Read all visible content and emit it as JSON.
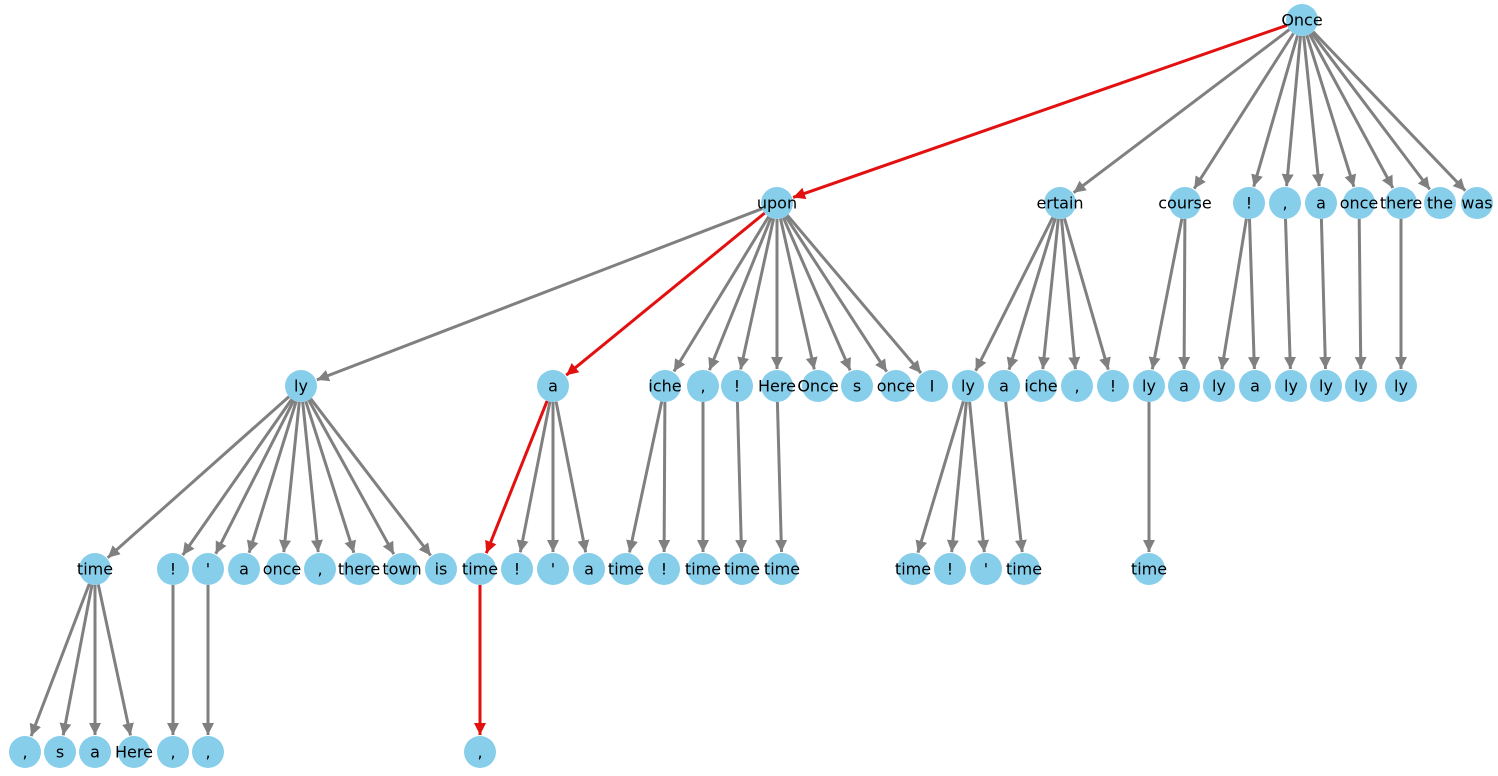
{
  "colors": {
    "node": "#87ceeb",
    "edge": "#808080",
    "highlight": "#e31010",
    "label": "#000000"
  },
  "nodes": [
    {
      "id": "n0",
      "label": "Once"
    },
    {
      "id": "n1",
      "label": "upon"
    },
    {
      "id": "n2",
      "label": "ertain"
    },
    {
      "id": "n3",
      "label": "course"
    },
    {
      "id": "n4",
      "label": "!"
    },
    {
      "id": "n5",
      "label": ","
    },
    {
      "id": "n6",
      "label": "a"
    },
    {
      "id": "n7",
      "label": "once"
    },
    {
      "id": "n8",
      "label": "there"
    },
    {
      "id": "n9",
      "label": "the"
    },
    {
      "id": "n10",
      "label": "was"
    },
    {
      "id": "n11",
      "label": "ly"
    },
    {
      "id": "n12",
      "label": "a"
    },
    {
      "id": "n13",
      "label": "iche"
    },
    {
      "id": "n14",
      "label": ","
    },
    {
      "id": "n15",
      "label": "!"
    },
    {
      "id": "n16",
      "label": "Here"
    },
    {
      "id": "n17",
      "label": "Once"
    },
    {
      "id": "n18",
      "label": "s"
    },
    {
      "id": "n19",
      "label": "once"
    },
    {
      "id": "n20",
      "label": "I"
    },
    {
      "id": "n21",
      "label": "ly"
    },
    {
      "id": "n22",
      "label": "a"
    },
    {
      "id": "n23",
      "label": "iche"
    },
    {
      "id": "n24",
      "label": ","
    },
    {
      "id": "n25",
      "label": "!"
    },
    {
      "id": "n26",
      "label": "ly"
    },
    {
      "id": "n27",
      "label": "a"
    },
    {
      "id": "n28",
      "label": "ly"
    },
    {
      "id": "n29",
      "label": "a"
    },
    {
      "id": "n30",
      "label": "ly"
    },
    {
      "id": "n31",
      "label": "ly"
    },
    {
      "id": "n32",
      "label": "ly"
    },
    {
      "id": "n33",
      "label": "ly"
    },
    {
      "id": "n34",
      "label": "time"
    },
    {
      "id": "n35",
      "label": "!"
    },
    {
      "id": "n36",
      "label": "'"
    },
    {
      "id": "n37",
      "label": "a"
    },
    {
      "id": "n38",
      "label": "once"
    },
    {
      "id": "n39",
      "label": ","
    },
    {
      "id": "n40",
      "label": "there"
    },
    {
      "id": "n41",
      "label": "town"
    },
    {
      "id": "n42",
      "label": "is"
    },
    {
      "id": "n43",
      "label": "time"
    },
    {
      "id": "n44",
      "label": "!"
    },
    {
      "id": "n45",
      "label": "'"
    },
    {
      "id": "n46",
      "label": "a"
    },
    {
      "id": "n47",
      "label": "time"
    },
    {
      "id": "n48",
      "label": "!"
    },
    {
      "id": "n49",
      "label": "time"
    },
    {
      "id": "n50",
      "label": "time"
    },
    {
      "id": "n51",
      "label": "time"
    },
    {
      "id": "n52",
      "label": "time"
    },
    {
      "id": "n53",
      "label": "!"
    },
    {
      "id": "n54",
      "label": "'"
    },
    {
      "id": "n55",
      "label": "time"
    },
    {
      "id": "n56",
      "label": "time"
    },
    {
      "id": "n57",
      "label": ","
    },
    {
      "id": "n58",
      "label": "s"
    },
    {
      "id": "n59",
      "label": "a"
    },
    {
      "id": "n60",
      "label": "Here"
    },
    {
      "id": "n61",
      "label": ","
    },
    {
      "id": "n62",
      "label": ","
    },
    {
      "id": "n63",
      "label": ","
    }
  ],
  "edges": [
    {
      "from": "n0",
      "to": "n1",
      "highlight": true
    },
    {
      "from": "n0",
      "to": "n2"
    },
    {
      "from": "n0",
      "to": "n3"
    },
    {
      "from": "n0",
      "to": "n4"
    },
    {
      "from": "n0",
      "to": "n5"
    },
    {
      "from": "n0",
      "to": "n6"
    },
    {
      "from": "n0",
      "to": "n7"
    },
    {
      "from": "n0",
      "to": "n8"
    },
    {
      "from": "n0",
      "to": "n9"
    },
    {
      "from": "n0",
      "to": "n10"
    },
    {
      "from": "n1",
      "to": "n11"
    },
    {
      "from": "n1",
      "to": "n12",
      "highlight": true
    },
    {
      "from": "n1",
      "to": "n13"
    },
    {
      "from": "n1",
      "to": "n14"
    },
    {
      "from": "n1",
      "to": "n15"
    },
    {
      "from": "n1",
      "to": "n16"
    },
    {
      "from": "n1",
      "to": "n17"
    },
    {
      "from": "n1",
      "to": "n18"
    },
    {
      "from": "n1",
      "to": "n19"
    },
    {
      "from": "n1",
      "to": "n20"
    },
    {
      "from": "n2",
      "to": "n21"
    },
    {
      "from": "n2",
      "to": "n22"
    },
    {
      "from": "n2",
      "to": "n23"
    },
    {
      "from": "n2",
      "to": "n24"
    },
    {
      "from": "n2",
      "to": "n25"
    },
    {
      "from": "n3",
      "to": "n26"
    },
    {
      "from": "n3",
      "to": "n27"
    },
    {
      "from": "n4",
      "to": "n28"
    },
    {
      "from": "n4",
      "to": "n29"
    },
    {
      "from": "n5",
      "to": "n30"
    },
    {
      "from": "n6",
      "to": "n31"
    },
    {
      "from": "n7",
      "to": "n32"
    },
    {
      "from": "n8",
      "to": "n33"
    },
    {
      "from": "n11",
      "to": "n34"
    },
    {
      "from": "n11",
      "to": "n35"
    },
    {
      "from": "n11",
      "to": "n36"
    },
    {
      "from": "n11",
      "to": "n37"
    },
    {
      "from": "n11",
      "to": "n38"
    },
    {
      "from": "n11",
      "to": "n39"
    },
    {
      "from": "n11",
      "to": "n40"
    },
    {
      "from": "n11",
      "to": "n41"
    },
    {
      "from": "n11",
      "to": "n42"
    },
    {
      "from": "n12",
      "to": "n43",
      "highlight": true
    },
    {
      "from": "n12",
      "to": "n44"
    },
    {
      "from": "n12",
      "to": "n45"
    },
    {
      "from": "n12",
      "to": "n46"
    },
    {
      "from": "n13",
      "to": "n47"
    },
    {
      "from": "n13",
      "to": "n48"
    },
    {
      "from": "n14",
      "to": "n49"
    },
    {
      "from": "n15",
      "to": "n50"
    },
    {
      "from": "n16",
      "to": "n51"
    },
    {
      "from": "n21",
      "to": "n52"
    },
    {
      "from": "n21",
      "to": "n53"
    },
    {
      "from": "n21",
      "to": "n54"
    },
    {
      "from": "n22",
      "to": "n55"
    },
    {
      "from": "n26",
      "to": "n56"
    },
    {
      "from": "n34",
      "to": "n57"
    },
    {
      "from": "n34",
      "to": "n58"
    },
    {
      "from": "n34",
      "to": "n59"
    },
    {
      "from": "n34",
      "to": "n60"
    },
    {
      "from": "n35",
      "to": "n61"
    },
    {
      "from": "n36",
      "to": "n62"
    },
    {
      "from": "n43",
      "to": "n63",
      "highlight": true
    }
  ]
}
